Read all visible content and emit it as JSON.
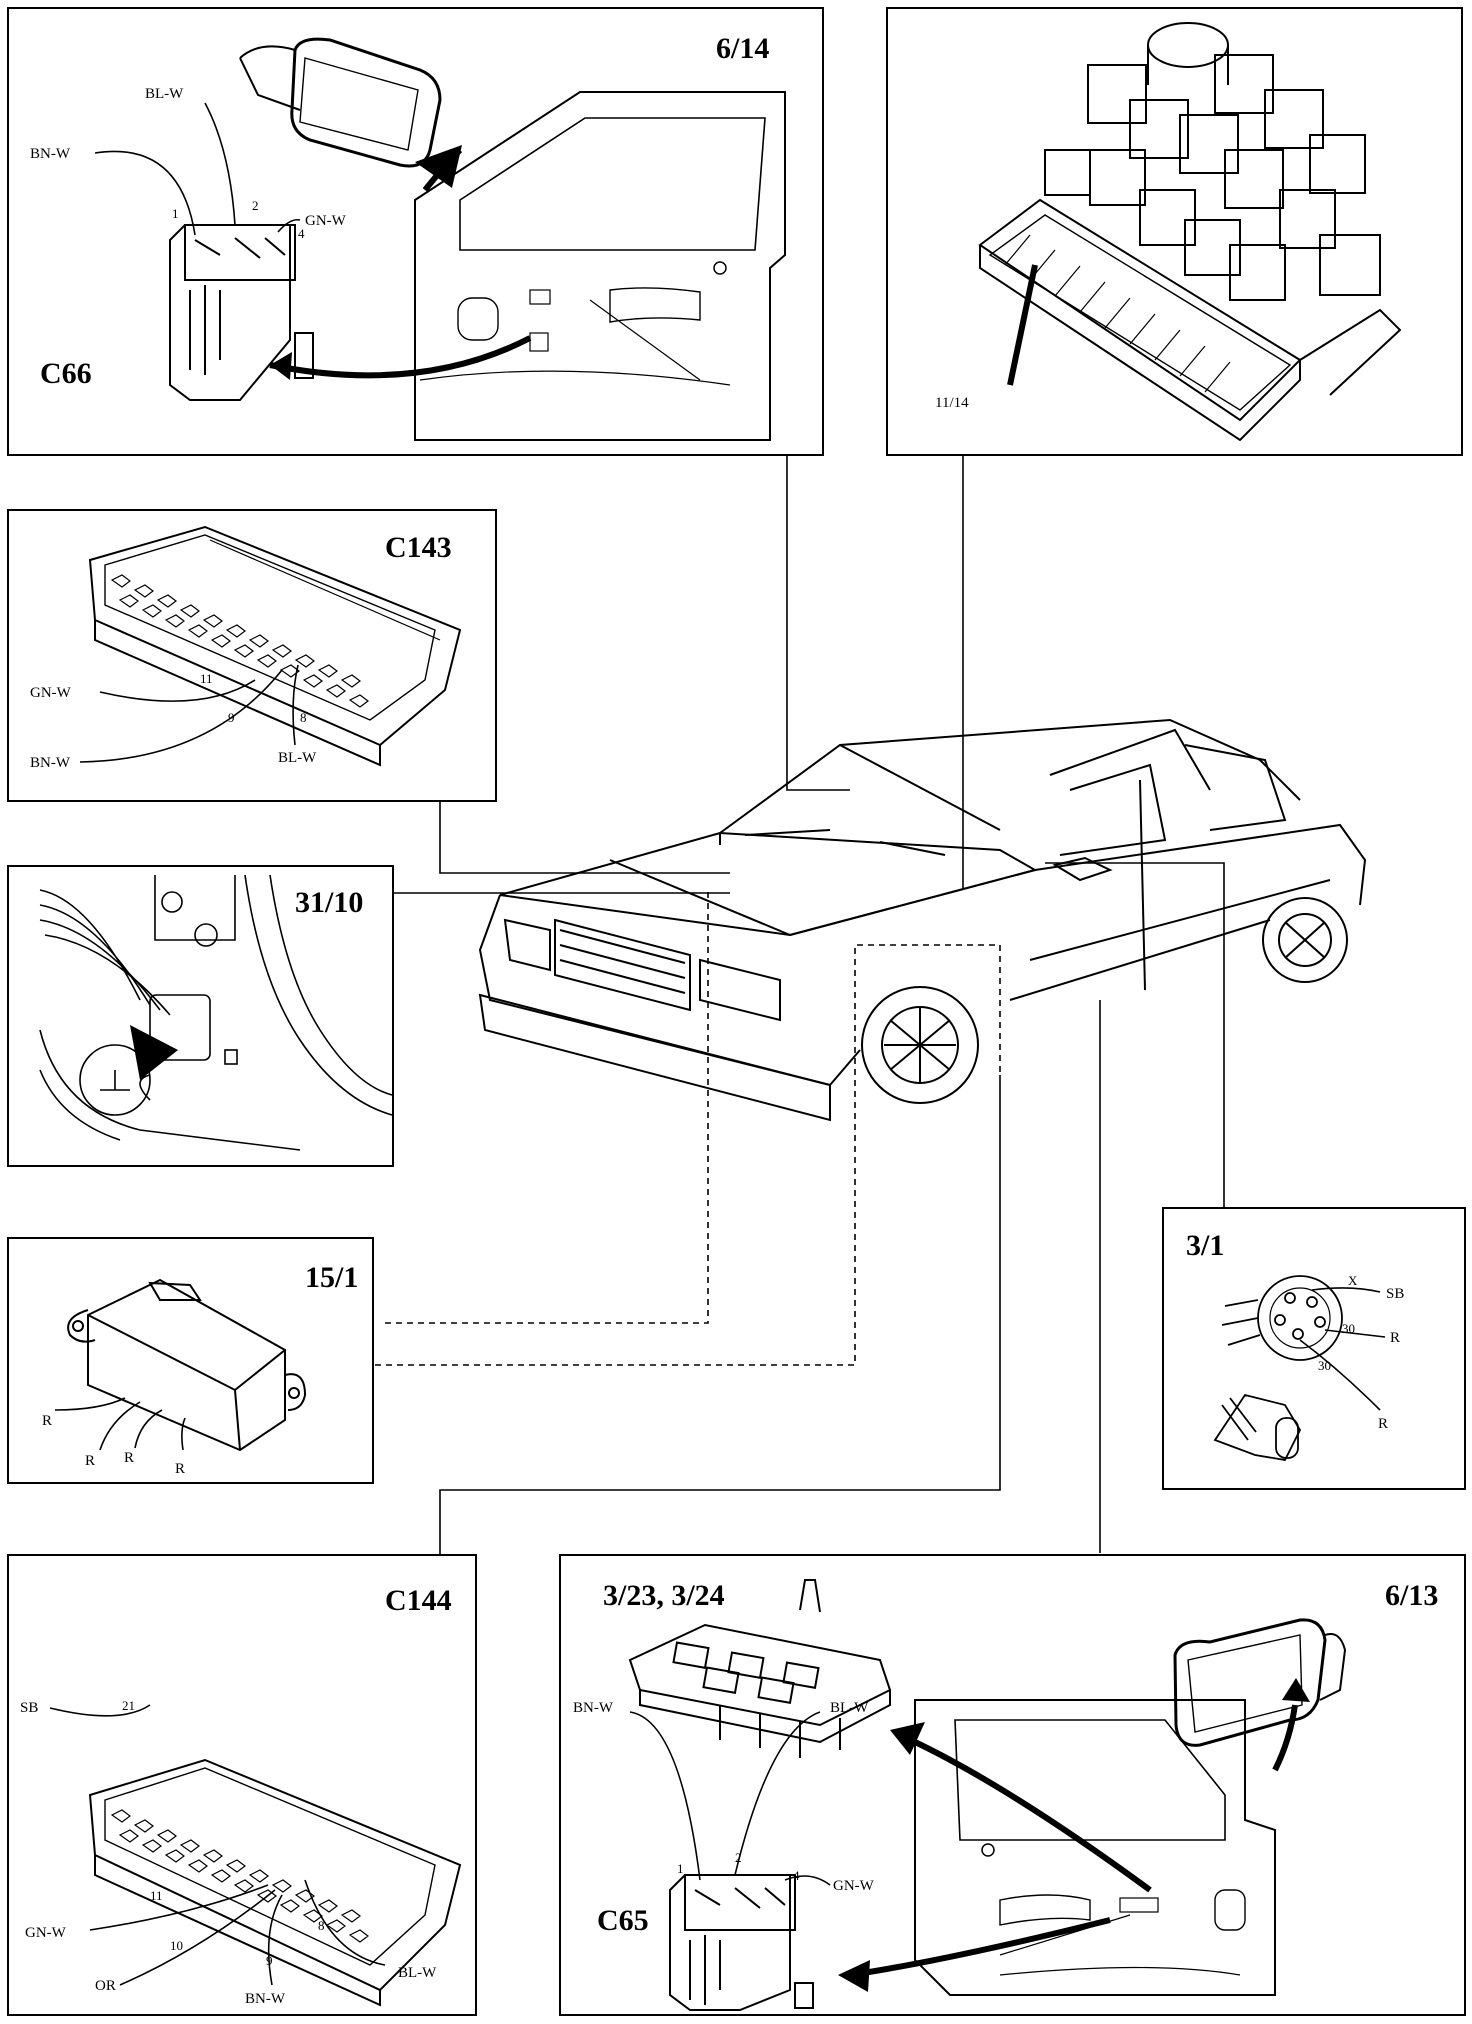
{
  "panels": {
    "p614": {
      "title": "6/14",
      "connector": "C66",
      "wires": [
        "BN-W",
        "BL-W",
        "GN-W"
      ],
      "pins": [
        "1",
        "2",
        "4"
      ]
    },
    "p1114": {
      "label": "11/14"
    },
    "c143": {
      "title": "C143",
      "wires": [
        "GN-W",
        "BN-W",
        "BL-W"
      ],
      "pins": [
        "11",
        "9",
        "8"
      ]
    },
    "p3110": {
      "title": "31/10"
    },
    "p151": {
      "title": "15/1",
      "wires": [
        "R",
        "R",
        "R",
        "R"
      ]
    },
    "p31": {
      "title": "3/1",
      "wires": [
        "SB",
        "R",
        "R"
      ],
      "pins": [
        "X",
        "30",
        "30"
      ]
    },
    "c144": {
      "title": "C144",
      "wires": [
        "SB",
        "GN-W",
        "OR",
        "BN-W",
        "BL-W"
      ],
      "pins": [
        "21",
        "11",
        "10",
        "9",
        "8"
      ]
    },
    "p613": {
      "title": "6/13",
      "subtitle": "3/23, 3/24",
      "connector": "C65",
      "wires": [
        "BN-W",
        "BL-W",
        "GN-W"
      ],
      "pins": [
        "1",
        "2",
        "4"
      ]
    }
  }
}
